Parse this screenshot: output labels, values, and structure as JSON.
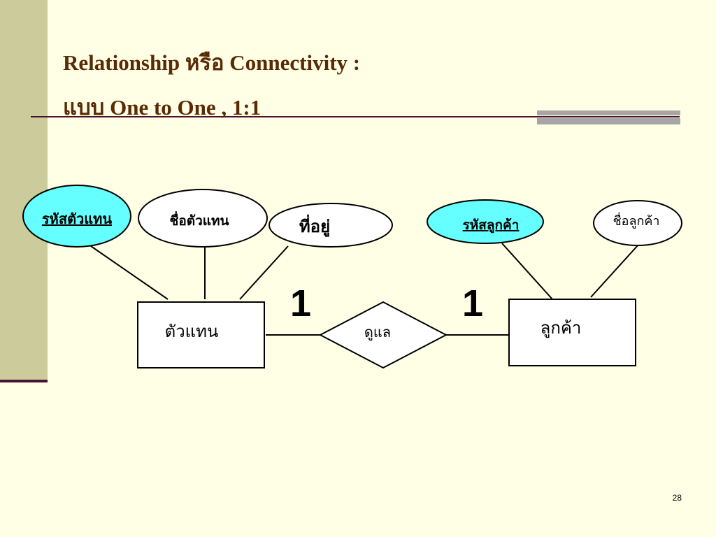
{
  "slide": {
    "title_line1": "Relationship หรือ Connectivity :",
    "title_line2": "แบบ One to One , 1:1",
    "page_number": "28"
  },
  "diagram": {
    "entities": {
      "agent": "ตัวแทน",
      "customer": "ลูกค้า"
    },
    "relationship": "ดูแล",
    "cardinality": {
      "agent_side": "1",
      "customer_side": "1"
    },
    "attributes": {
      "agent_id": "รหัสตัวแทน",
      "agent_name": "ชื่อตัวแทน",
      "address": "ที่อยู่",
      "customer_id": "รหัสลูกค้า",
      "customer_name": "ชื่อลูกค้า"
    }
  },
  "colors": {
    "background": "#FFFFE5",
    "side_band": "#CBCB9C",
    "title_text": "#5A2A06",
    "rule": "#4A1230",
    "key_attribute_fill": "#66FFFF"
  }
}
